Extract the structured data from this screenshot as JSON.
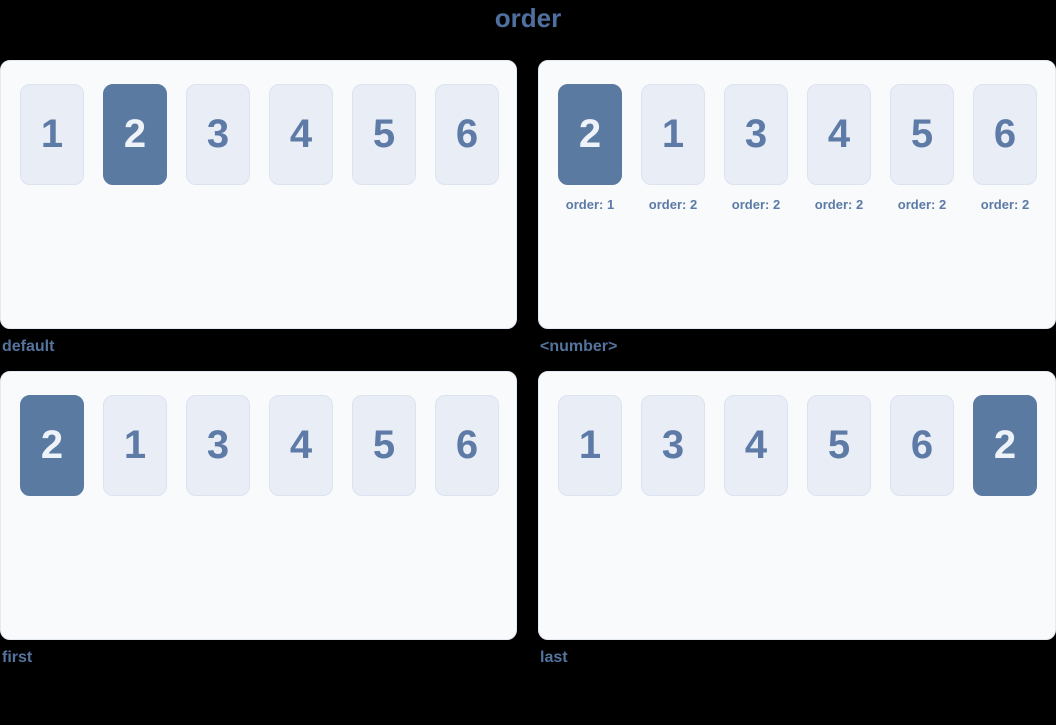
{
  "title": "order",
  "colors": {
    "page_bg": "#000000",
    "panel_bg": "#f8fafc",
    "panel_border": "#e4eaf2",
    "box_bg": "#e8edf6",
    "box_border": "#dce3f0",
    "box_text": "#5d7ba6",
    "highlight_bg": "#5a7aa1",
    "highlight_text": "#eef2f9",
    "label_text": "#54739d",
    "sub_label_text": "#5b7aa6",
    "title_text": "#4f6f9e"
  },
  "panels": [
    {
      "label": "default",
      "boxes": [
        {
          "text": "1",
          "highlighted": false
        },
        {
          "text": "2",
          "highlighted": true
        },
        {
          "text": "3",
          "highlighted": false
        },
        {
          "text": "4",
          "highlighted": false
        },
        {
          "text": "5",
          "highlighted": false
        },
        {
          "text": "6",
          "highlighted": false
        }
      ]
    },
    {
      "label": "<number>",
      "boxes": [
        {
          "text": "2",
          "highlighted": true,
          "sub_label": "order: 1"
        },
        {
          "text": "1",
          "highlighted": false,
          "sub_label": "order: 2"
        },
        {
          "text": "3",
          "highlighted": false,
          "sub_label": "order: 2"
        },
        {
          "text": "4",
          "highlighted": false,
          "sub_label": "order: 2"
        },
        {
          "text": "5",
          "highlighted": false,
          "sub_label": "order: 2"
        },
        {
          "text": "6",
          "highlighted": false,
          "sub_label": "order: 2"
        }
      ]
    },
    {
      "label": "first",
      "boxes": [
        {
          "text": "2",
          "highlighted": true
        },
        {
          "text": "1",
          "highlighted": false
        },
        {
          "text": "3",
          "highlighted": false
        },
        {
          "text": "4",
          "highlighted": false
        },
        {
          "text": "5",
          "highlighted": false
        },
        {
          "text": "6",
          "highlighted": false
        }
      ]
    },
    {
      "label": "last",
      "boxes": [
        {
          "text": "1",
          "highlighted": false
        },
        {
          "text": "3",
          "highlighted": false
        },
        {
          "text": "4",
          "highlighted": false
        },
        {
          "text": "5",
          "highlighted": false
        },
        {
          "text": "6",
          "highlighted": false
        },
        {
          "text": "2",
          "highlighted": true
        }
      ]
    }
  ]
}
